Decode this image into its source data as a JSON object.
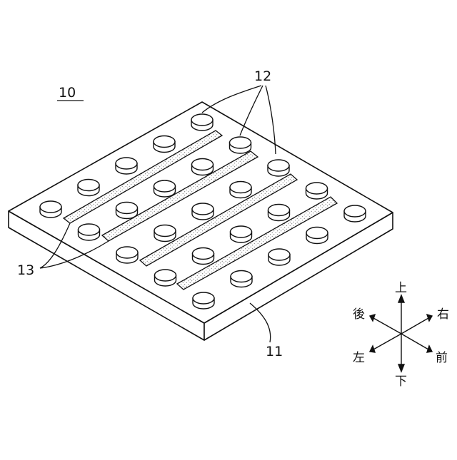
{
  "labels": {
    "device": "10",
    "bumps": "12",
    "strips": "13",
    "substrate": "11"
  },
  "directions": {
    "up": "上",
    "down": "下",
    "back": "後",
    "right": "右",
    "left": "左",
    "front": "前"
  },
  "colors": {
    "line": "#111111",
    "background": "#ffffff",
    "stipple": "#555555"
  }
}
